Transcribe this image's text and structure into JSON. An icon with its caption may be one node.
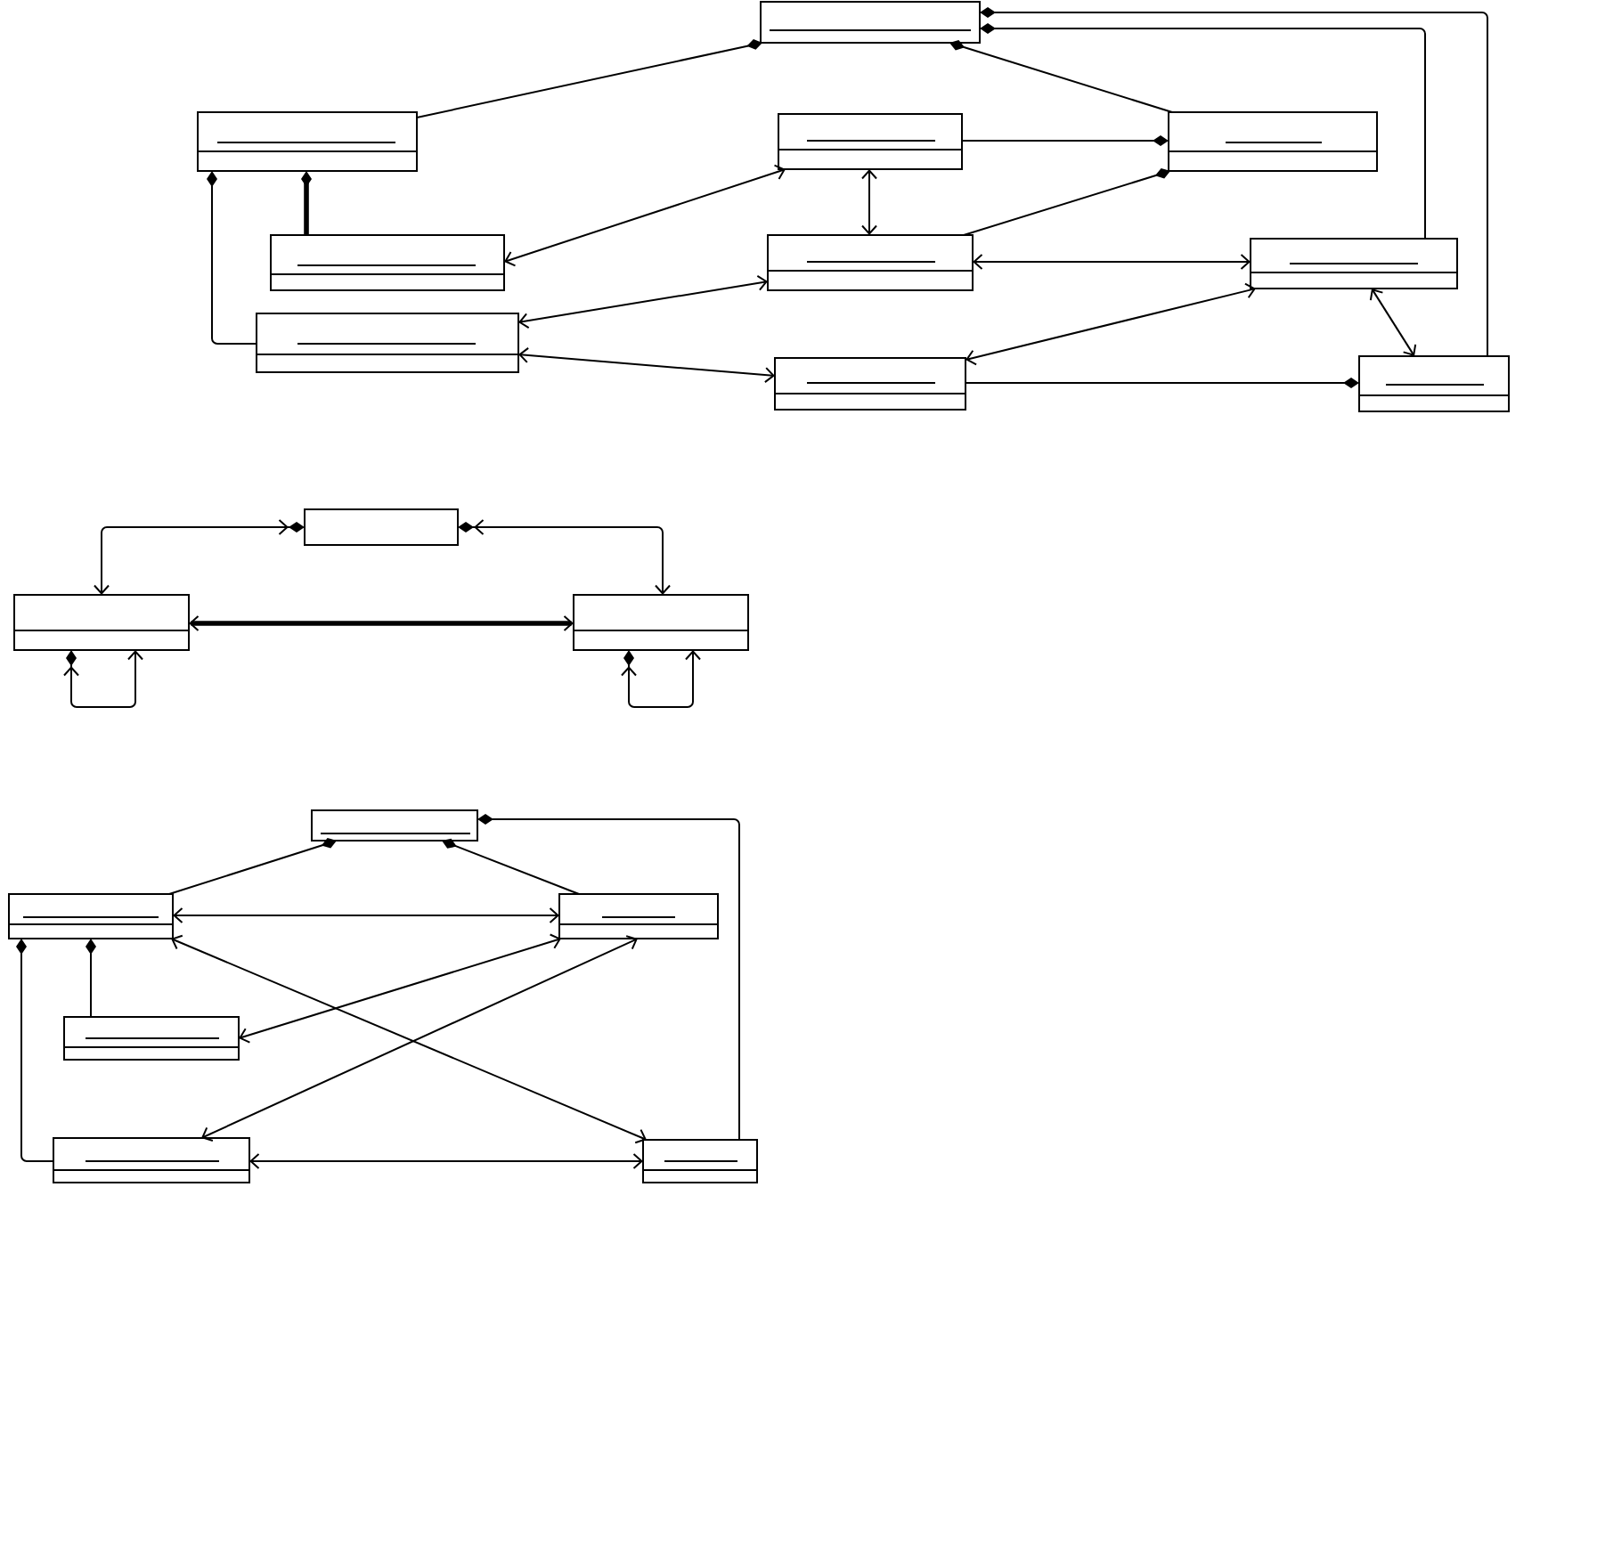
{
  "diagram": {
    "nodes": [
      {
        "text": [],
        "shape": "box"
      },
      {
        "text": [],
        "shape": "box"
      },
      {
        "text": [],
        "shape": "box"
      },
      {
        "text": [],
        "shape": "box"
      },
      {
        "text": [],
        "shape": "box"
      },
      {
        "text": [],
        "shape": "box"
      },
      {
        "text": [],
        "shape": "box"
      },
      {
        "text": [],
        "shape": "box"
      },
      {
        "text": [],
        "shape": "box"
      },
      {
        "text": [],
        "shape": "box"
      },
      {
        "text": [],
        "shape": "box"
      },
      {
        "text": [],
        "shape": "box"
      },
      {
        "text": [],
        "shape": "box"
      },
      {
        "text": [],
        "shape": "box"
      },
      {
        "text": [],
        "shape": "box"
      },
      {
        "text": [],
        "shape": "box"
      },
      {
        "text": [],
        "shape": "box"
      },
      {
        "text": [],
        "shape": "box"
      },
      {
        "text": [],
        "shape": "box"
      }
    ],
    "edges": [
      {
        "from": 1,
        "to": 0,
        "arrow": "other"
      },
      {
        "from": 7,
        "to": 0,
        "arrow": "other"
      },
      {
        "from": 8,
        "to": 0,
        "arrow": "other"
      },
      {
        "from": 9,
        "to": 0,
        "arrow": "other"
      },
      {
        "from": 2,
        "to": 1,
        "arrow": "other",
        "style": "thick"
      },
      {
        "from": 3,
        "to": 1,
        "arrow": "other"
      },
      {
        "from": 4,
        "to": 7,
        "arrow": "other"
      },
      {
        "from": 5,
        "to": 7,
        "arrow": "other"
      },
      {
        "from": 6,
        "to": 9,
        "arrow": "other"
      },
      {
        "from": 2,
        "to": 4,
        "arrow": "both"
      },
      {
        "from": 4,
        "to": 5,
        "arrow": "both"
      },
      {
        "from": 3,
        "to": 5,
        "arrow": "both"
      },
      {
        "from": 3,
        "to": 6,
        "arrow": "both"
      },
      {
        "from": 5,
        "to": 8,
        "arrow": "both"
      },
      {
        "from": 6,
        "to": 8,
        "arrow": "both"
      },
      {
        "from": 8,
        "to": 9,
        "arrow": "both"
      },
      {
        "from": 11,
        "to": 10,
        "arrow": "both"
      },
      {
        "from": 12,
        "to": 10,
        "arrow": "both"
      },
      {
        "from": 11,
        "to": 12,
        "arrow": "both",
        "style": "thick"
      },
      {
        "from": 11,
        "to": 11,
        "arrow": "both"
      },
      {
        "from": 12,
        "to": 12,
        "arrow": "both"
      },
      {
        "from": 14,
        "to": 13,
        "arrow": "other"
      },
      {
        "from": 15,
        "to": 13,
        "arrow": "other"
      },
      {
        "from": 18,
        "to": 13,
        "arrow": "other"
      },
      {
        "from": 16,
        "to": 14,
        "arrow": "other"
      },
      {
        "from": 17,
        "to": 14,
        "arrow": "other"
      },
      {
        "from": 14,
        "to": 15,
        "arrow": "both"
      },
      {
        "from": 14,
        "to": 18,
        "arrow": "both"
      },
      {
        "from": 16,
        "to": 15,
        "arrow": "both"
      },
      {
        "from": 17,
        "to": 15,
        "arrow": "both"
      },
      {
        "from": 17,
        "to": 18,
        "arrow": "both"
      }
    ]
  }
}
